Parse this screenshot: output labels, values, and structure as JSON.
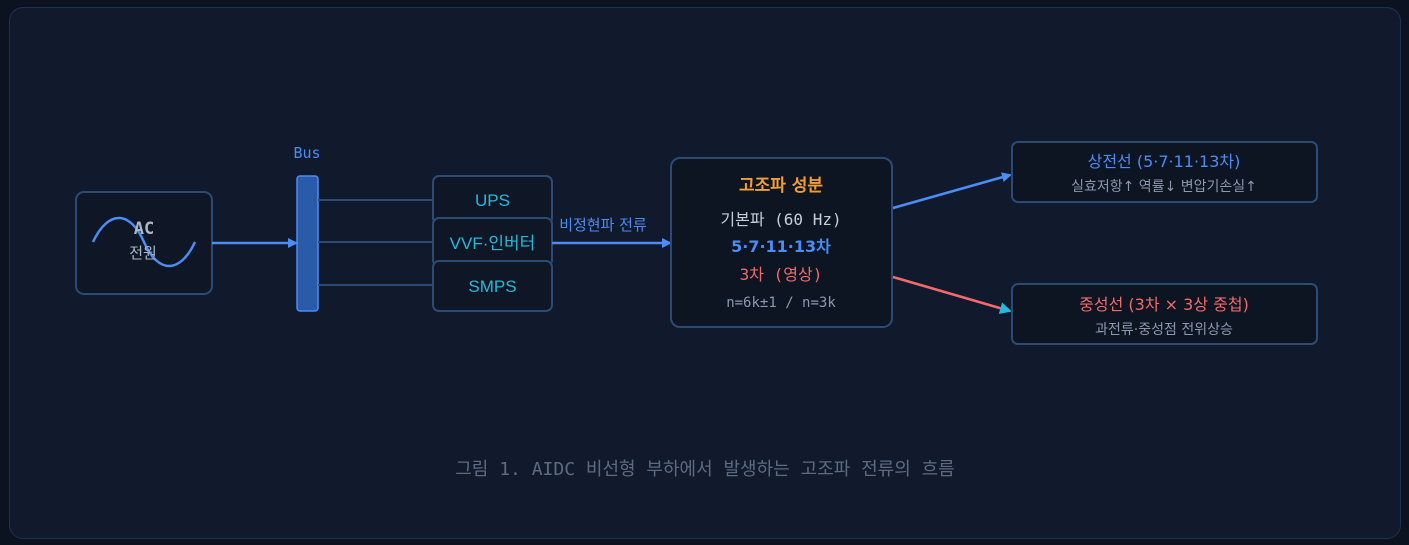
{
  "source": {
    "line1": "AC",
    "line2": "전원"
  },
  "bus": {
    "label": "Bus"
  },
  "loads": [
    "UPS",
    "VVF·인버터",
    "SMPS"
  ],
  "flow_label": "비정현파 전류",
  "harmonics": {
    "title": "고조파 성분",
    "fundamental": "기본파 (60 Hz)",
    "orders": "5·7·11·13차",
    "triplen": "3차 (영상)",
    "formula": "n=6k±1 / n=3k"
  },
  "outputs": [
    {
      "title": "상전선 (5·7·11·13차)",
      "detail": "실효저항↑ 역률↓ 변압기손실↑"
    },
    {
      "title": "중성선 (3차 × 3상 중첩)",
      "detail": "과전류·중성점 전위상승"
    }
  ],
  "caption": "그림 1. AIDC 비선형 부하에서 발생하는 고조파 전류의 흐름",
  "colors": {
    "background": "#101a2c",
    "box_border": "#2d4a72",
    "box_fill": "#0f1726",
    "blue": "#4b8cf5",
    "orange": "#f59e34",
    "red": "#f26b6b",
    "cyan": "#25b9dc",
    "muted": "#8b98ad"
  }
}
